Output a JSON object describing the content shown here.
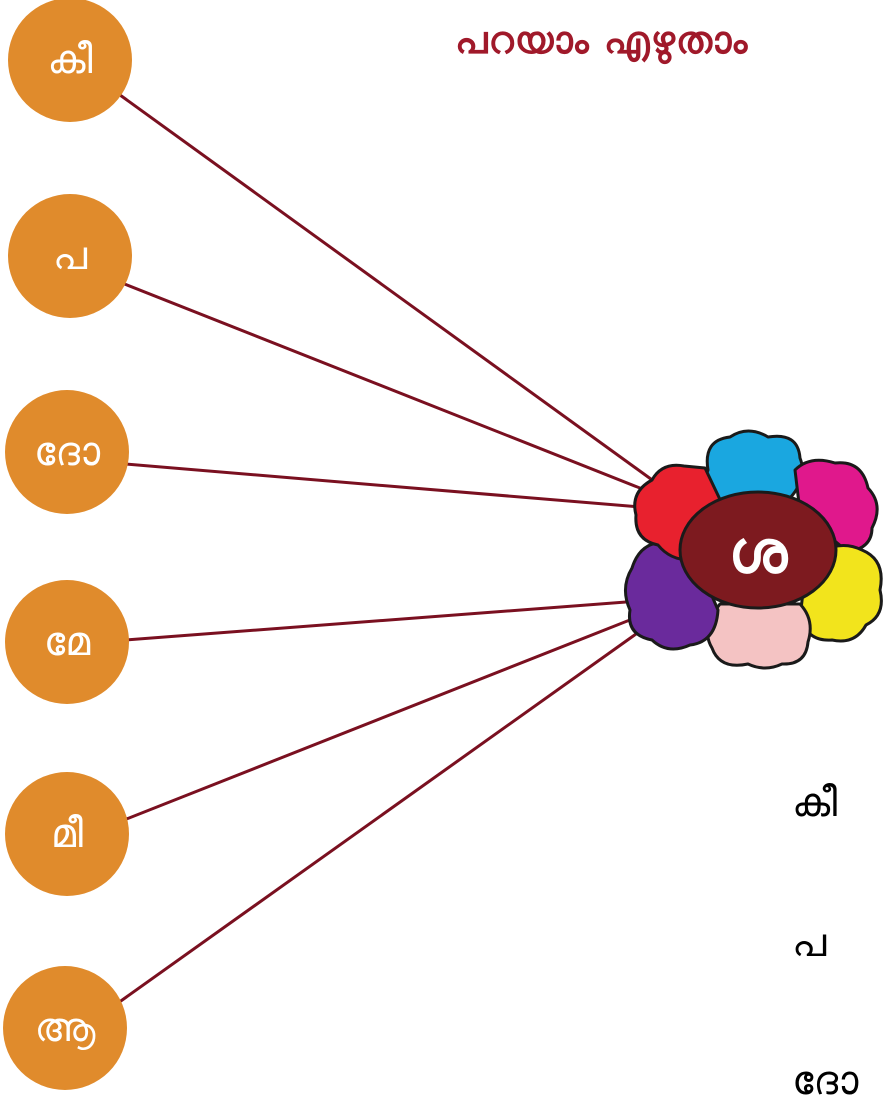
{
  "title": "പറയാം എഴുതാം",
  "center_letter": "ശ",
  "prefixes": [
    "കീ",
    "പ",
    "ദോ",
    "മേ",
    "മീ",
    "ആ"
  ],
  "practice": [
    "കീ",
    "പ",
    "ദോ"
  ],
  "colors": {
    "bubble": "#e08b2c",
    "line": "#7a1020",
    "flower_center": "#7d1a1f",
    "title": "#a0192a",
    "petals": [
      "#e8212e",
      "#1aa7e0",
      "#e0188c",
      "#f2e41c",
      "#f4c3c3",
      "#6a2a9c"
    ]
  }
}
